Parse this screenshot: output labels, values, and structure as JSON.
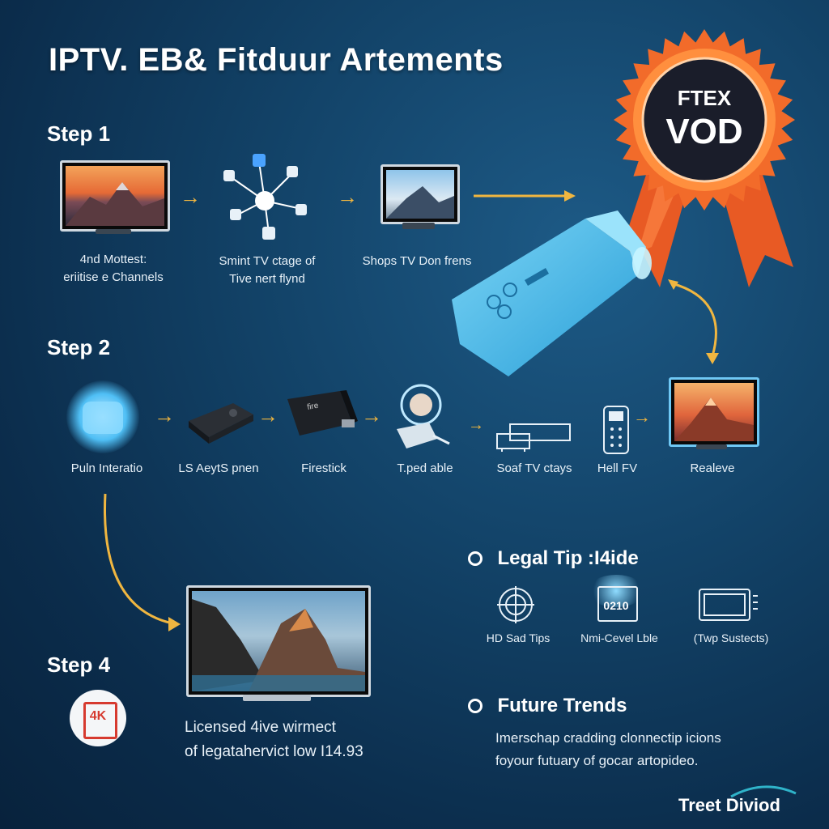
{
  "title": "IPTV. EB& Fitduur Artements",
  "badge": {
    "line1": "FTEX",
    "line2": "VOD"
  },
  "step1": {
    "label": "Step 1",
    "items": [
      {
        "caption_line1": "4nd Mottest:",
        "caption_line2": "eriitise e Channels",
        "icon": "tv-mountain-icon"
      },
      {
        "caption_line1": "Smint TV ctage of",
        "caption_line2": "Tive nert flynd",
        "icon": "network-hub-icon"
      },
      {
        "caption_line1": "Shops TV Don frens",
        "caption_line2": "",
        "icon": "monitor-icon"
      }
    ]
  },
  "step2": {
    "label": "Step 2",
    "items": [
      {
        "caption": "Puln Interatio",
        "icon": "router-glow-icon"
      },
      {
        "caption": "LS AeytS pnen",
        "icon": "streaming-box-icon"
      },
      {
        "caption": "Firestick",
        "icon": "firestick-icon"
      },
      {
        "caption": "T.ped able",
        "icon": "adapter-icon"
      },
      {
        "caption": "Soaf TV ctays",
        "icon": "tv-console-icon"
      },
      {
        "caption": "Hell FV",
        "icon": "remote-icon"
      },
      {
        "caption": "Realeve",
        "icon": "tv-desert-icon"
      }
    ]
  },
  "step4": {
    "label": "Step 4",
    "text_line1": "Licensed 4ive wirmect",
    "text_line2": "of legatahervict low I14.93",
    "badge_text": "4K"
  },
  "legal": {
    "heading": "Legal Tip :I4ide",
    "items": [
      {
        "caption": "HD Sad Tips",
        "icon": "compass-icon"
      },
      {
        "caption": "Nmi-Cevel Lble",
        "icon": "chip-screen-icon",
        "screen_text": "0210"
      },
      {
        "caption": "(Twp Sustects)",
        "icon": "monitor-outline-icon"
      }
    ]
  },
  "future": {
    "heading": "Future Trends",
    "line1": "Imerschap cradding clonnectip icions",
    "line2": "foyour futuary of gocar artopideo."
  },
  "brand": "Treet Diviod",
  "colors": {
    "accent": "#f0b640",
    "badge_orange": "#f26b2a",
    "device_blue": "#3fb6e8"
  }
}
